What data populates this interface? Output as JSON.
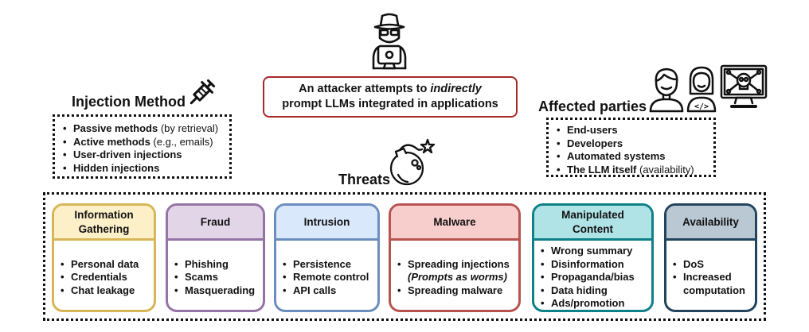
{
  "attacker": {
    "icon": "hacker-with-laptop-icon",
    "statement_line1_prefix": "An attacker attempts to ",
    "statement_line1_em": "indirectly",
    "statement_line2": "prompt LLMs integrated in applications",
    "border_color": "#a52a2a"
  },
  "injection_method": {
    "title": "Injection Method",
    "icon": "syringe-icon",
    "items": [
      {
        "bold": "Passive methods",
        "note": " (by retrieval)"
      },
      {
        "bold": "Active methods",
        "note": " (e.g., emails)"
      },
      {
        "bold": "User-driven injections",
        "note": ""
      },
      {
        "bold": "Hidden injections",
        "note": ""
      }
    ]
  },
  "affected_parties": {
    "title": "Affected parties",
    "icons": [
      "user-icon",
      "developer-icon",
      "compromised-computer-icon"
    ],
    "items": [
      {
        "bold": "End-users",
        "note": ""
      },
      {
        "bold": "Developers",
        "note": ""
      },
      {
        "bold": "Automated systems",
        "note": ""
      },
      {
        "bold": "The LLM itself",
        "note": " (availability)"
      }
    ]
  },
  "threats": {
    "title": "Threats",
    "icon": "bomb-icon",
    "cards": [
      {
        "title": "Information Gathering",
        "header_color": "#fdf0c8",
        "border_color": "#d6b656",
        "items": [
          "Personal data",
          "Credentials",
          "Chat leakage"
        ]
      },
      {
        "title": "Fraud",
        "header_color": "#e1d5e7",
        "border_color": "#9673a6",
        "items": [
          "Phishing",
          "Scams",
          "Masquerading"
        ]
      },
      {
        "title": "Intrusion",
        "header_color": "#dae8fc",
        "border_color": "#6c8ebf",
        "items": [
          "Persistence",
          "Remote control",
          "API calls"
        ]
      },
      {
        "title": "Malware",
        "header_color": "#f8cecc",
        "border_color": "#b85450",
        "items": [
          "Spreading injections",
          "(Prompts as worms)",
          "Spreading malware"
        ]
      },
      {
        "title": "Manipulated Content",
        "header_color": "#b0e3e6",
        "border_color": "#0e8088",
        "items": [
          "Wrong summary",
          "Disinformation",
          "Propaganda/bias",
          "Data hiding",
          "Ads/promotion"
        ]
      },
      {
        "title": "Availability",
        "header_color": "#bac8d3",
        "border_color": "#23445d",
        "items": [
          "DoS",
          "Increased computation"
        ]
      }
    ]
  }
}
